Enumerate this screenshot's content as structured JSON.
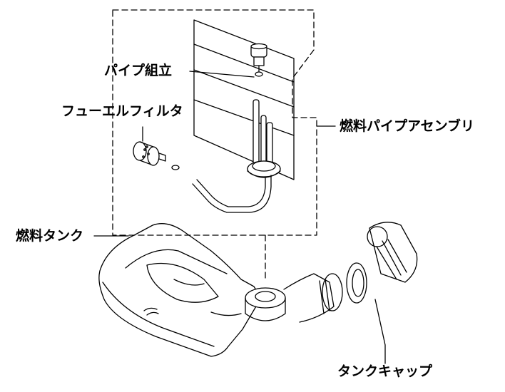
{
  "labels": {
    "pipe_assembly": "パイプ組立",
    "fuel_filter": "フューエルフィルタ",
    "fuel_pipe_assembly": "燃料パイプアセンブリ",
    "fuel_tank": "燃料タンク",
    "tank_cap": "タンクキャップ"
  },
  "colors": {
    "line": "#000000",
    "background": "#ffffff"
  }
}
